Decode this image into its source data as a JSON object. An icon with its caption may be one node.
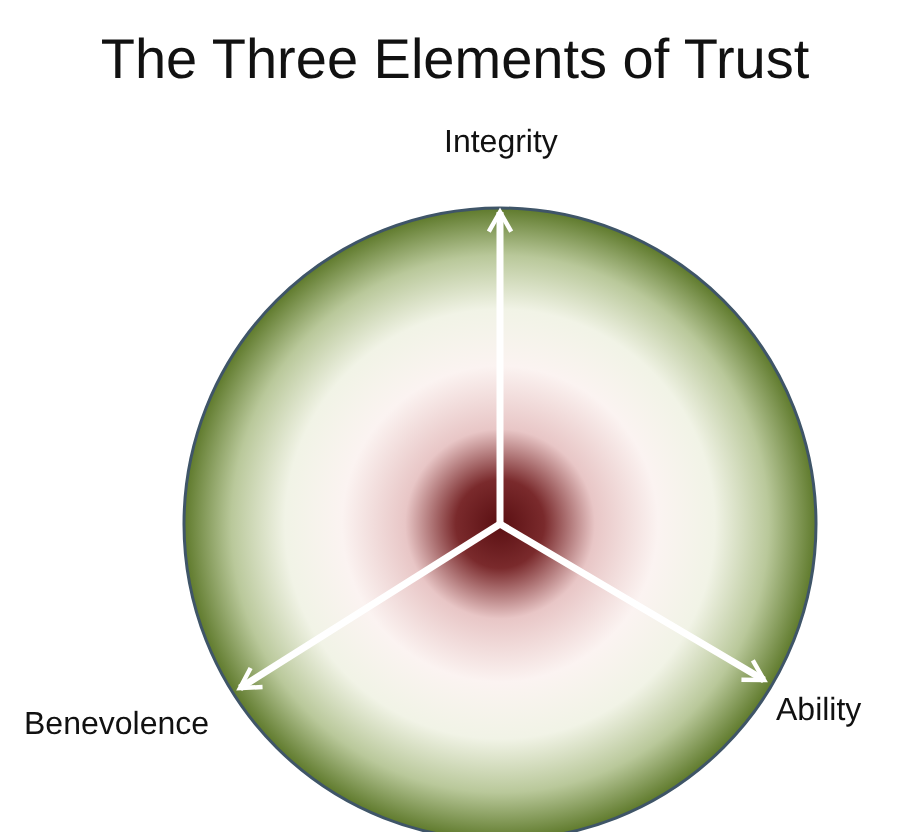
{
  "diagram": {
    "title": "The Three Elements of Trust",
    "nodes": [
      {
        "text": [
          "Integrity"
        ]
      },
      {
        "text": [
          "Benevolence"
        ]
      },
      {
        "text": [
          "Ability"
        ]
      }
    ],
    "edges": [
      {
        "from": null,
        "to": 0,
        "arrow": "to"
      },
      {
        "from": null,
        "to": 1,
        "arrow": "to"
      },
      {
        "from": null,
        "to": 2,
        "arrow": "to"
      }
    ]
  }
}
